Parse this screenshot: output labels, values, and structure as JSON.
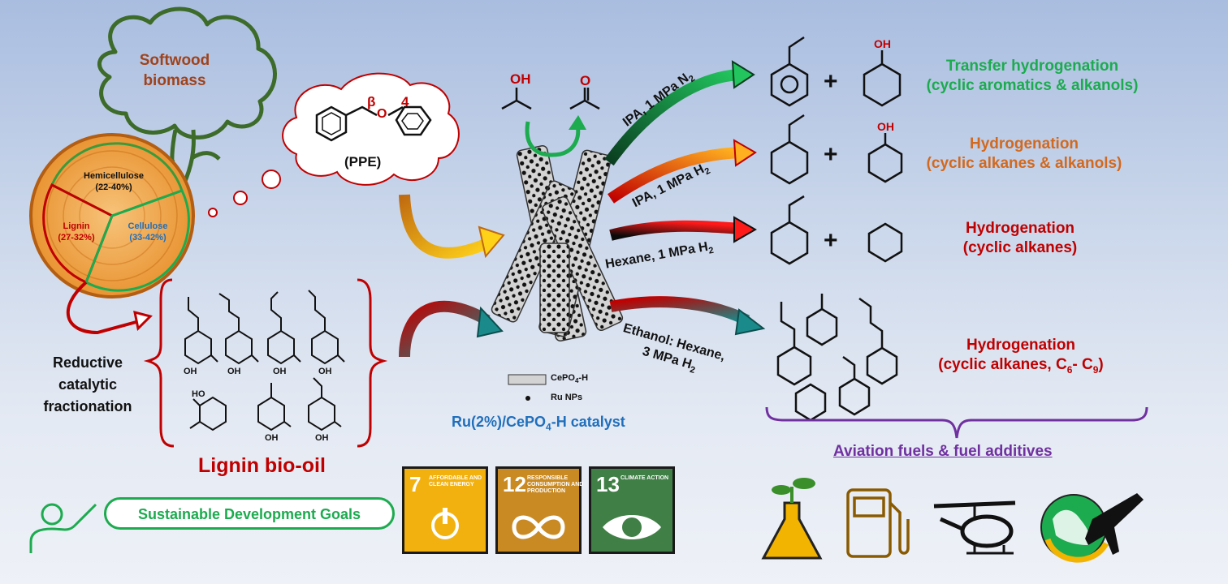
{
  "biomass": {
    "title_line1": "Softwood",
    "title_line2": "biomass",
    "hemicellulose": "Hemicellulose",
    "hemicellulose_pct": "(22-40%)",
    "lignin": "Lignin",
    "lignin_pct": "(27-32%)",
    "cellulose": "Cellulose",
    "cellulose_pct": "(33-42%)"
  },
  "model": {
    "label": "(PPE)",
    "beta": "β",
    "four": "4",
    "o": "O"
  },
  "rcf": {
    "line1": "Reductive",
    "line2": "catalytic",
    "line3": "fractionation"
  },
  "bio_oil": {
    "label": "Lignin bio-oil",
    "oh": "OH",
    "ho": "HO"
  },
  "catalyst": {
    "oh": "OH",
    "o": "O",
    "legend_support": "CePO",
    "legend_support_sub": "4",
    "legend_support_suffix": "-H",
    "legend_np": "Ru NPs",
    "name_prefix": "Ru(2%)/CePO",
    "name_sub": "4",
    "name_suffix": "-H catalyst"
  },
  "conditions": {
    "c1": "IPA, 1 MPa N",
    "c1_sub": "2",
    "c2": "IPA, 1 MPa H",
    "c2_sub": "2",
    "c3": "Hexane, 1 MPa H",
    "c3_sub": "2",
    "c4_line1": "Ethanol: Hexane,",
    "c4_line2": "3 MPa H",
    "c4_sub": "2"
  },
  "products": {
    "p1_title": "Transfer hydrogenation",
    "p1_sub": "(cyclic aromatics & alkanols)",
    "p2_title": "Hydrogenation",
    "p2_sub": "(cyclic alkanes & alkanols)",
    "p3_title": "Hydrogenation",
    "p3_sub": "(cyclic alkanes)",
    "p4_title": "Hydrogenation",
    "p4_sub_prefix": "(cyclic alkanes, C",
    "p4_sub_a": "6",
    "p4_sub_mid": "- C",
    "p4_sub_b": "9",
    "p4_sub_end": ")",
    "plus": "+",
    "oh": "OH"
  },
  "outcome": {
    "aviation": "Aviation fuels & fuel additives"
  },
  "sdg": {
    "banner": "Sustainable Development Goals",
    "g7_num": "7",
    "g7_label": "AFFORDABLE AND CLEAN ENERGY",
    "g7_color": "#f2b10f",
    "g12_num": "12",
    "g12_label": "RESPONSIBLE CONSUMPTION AND PRODUCTION",
    "g12_color": "#c98a24",
    "g13_num": "13",
    "g13_label": "CLIMATE ACTION",
    "g13_color": "#407f46"
  },
  "colors": {
    "green": "#1cab4f",
    "orange": "#d2691e",
    "red": "#c00000",
    "blue": "#1f6fbd",
    "purple": "#7030a0",
    "teal": "#1a7d7d"
  },
  "icons": [
    "seedling-flask-icon",
    "fuel-pump-icon",
    "helicopter-icon",
    "globe-plane-icon",
    "person-pointing-icon"
  ]
}
